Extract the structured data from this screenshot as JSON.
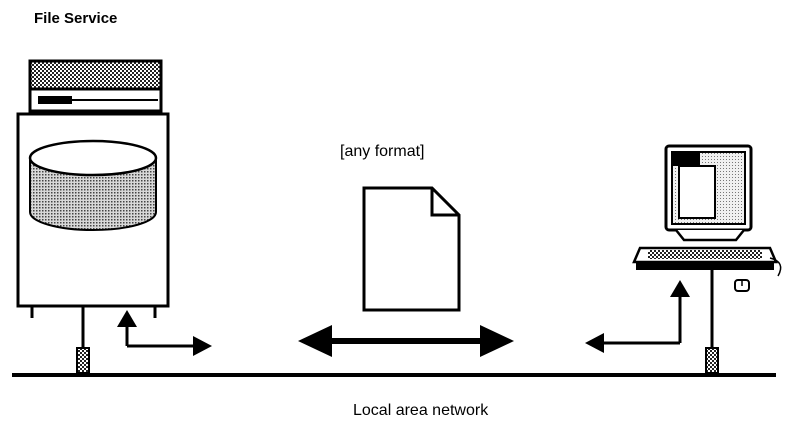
{
  "diagram": {
    "title": "File Service",
    "document_label": "[any format]",
    "network_label": "Local area network"
  },
  "colors": {
    "ink": "#000000",
    "paper": "#ffffff",
    "hatch_dark": "#555555",
    "hatch_light": "#bbbbbb"
  },
  "icons": [
    "file-server-icon",
    "document-icon",
    "workstation-icon",
    "bidirectional-arrow-icon",
    "network-line"
  ]
}
